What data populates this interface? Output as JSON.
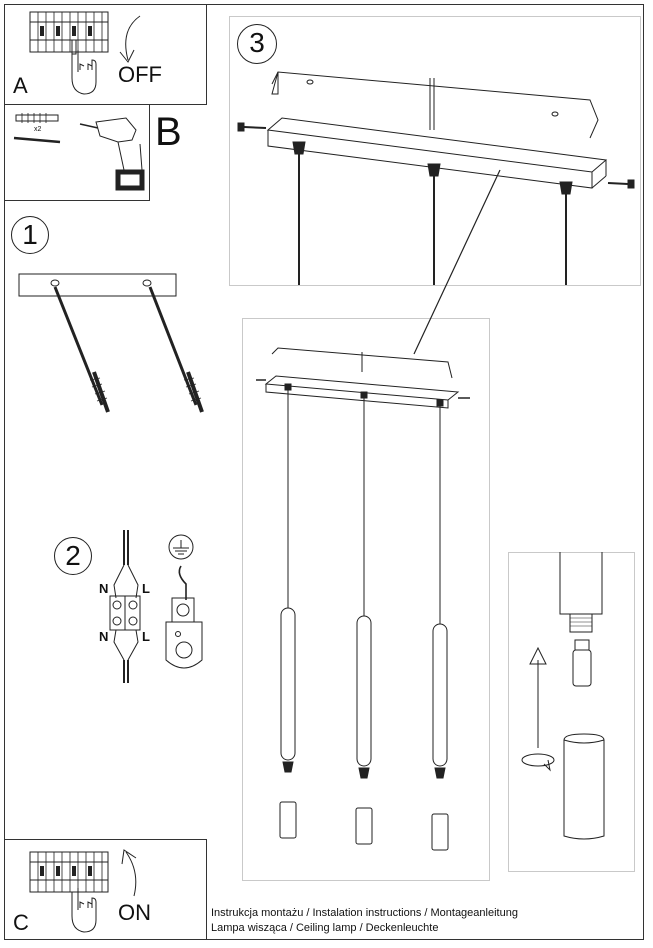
{
  "panels": {
    "a": {
      "letter": "A",
      "action_text": "OFF"
    },
    "b": {
      "letter": "B",
      "anchor_qty": "x2"
    },
    "c": {
      "letter": "C",
      "action_text": "ON"
    }
  },
  "steps": {
    "step1": "1",
    "step2": "2",
    "step3": "3"
  },
  "wiring": {
    "top_left": "N",
    "top_right": "L",
    "bottom_left": "N",
    "bottom_right": "L"
  },
  "caption": {
    "line1": "Instrukcja montażu / Instalation instructions / Montageanleitung",
    "line2": "Lampa wisząca / Ceiling lamp / Deckenleuchte"
  },
  "colors": {
    "stroke": "#222222",
    "frame": "#333333",
    "soft_frame": "#c9c9c9"
  },
  "icons": [
    "switch-block-icon",
    "hand-icon",
    "arrow-down-icon",
    "arrow-up-icon",
    "drill-icon",
    "wall-anchor-icon",
    "ground-symbol-icon",
    "terminal-block-icon",
    "rotate-arrow-icon"
  ]
}
